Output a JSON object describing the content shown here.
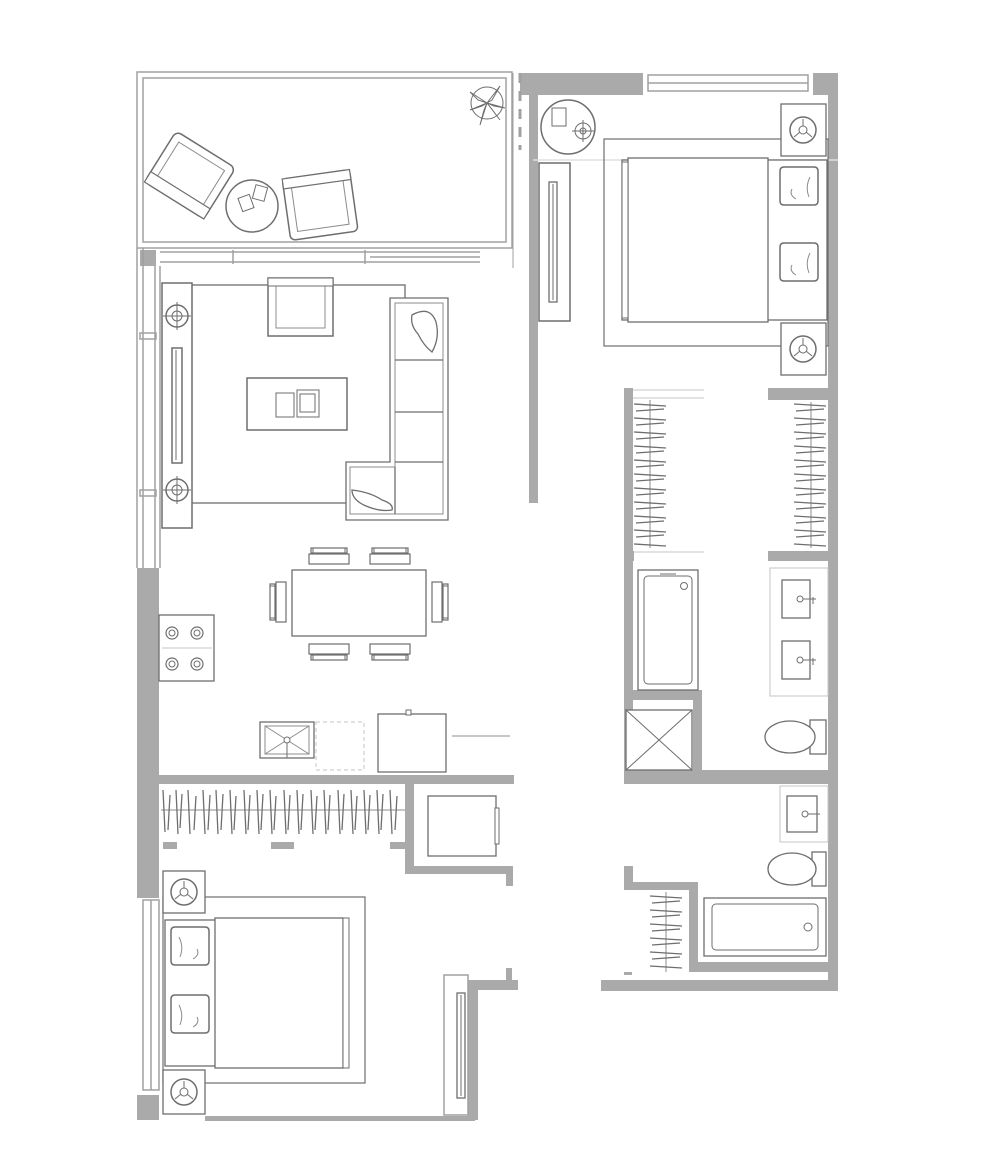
{
  "drawing": {
    "kind": "floor-plan",
    "colors": {
      "background": "#ffffff",
      "wall": "#aaaaaa",
      "line": "#8c8c8c",
      "light_line": "#c4c4c4",
      "dark_line": "#6e6e6e"
    },
    "rooms": [
      {
        "id": "balcony"
      },
      {
        "id": "living-room"
      },
      {
        "id": "dining-area"
      },
      {
        "id": "kitchen"
      },
      {
        "id": "secondary-bedroom"
      },
      {
        "id": "master-bedroom"
      },
      {
        "id": "walk-in-closet"
      },
      {
        "id": "master-bathroom"
      },
      {
        "id": "second-bathroom"
      }
    ],
    "furniture": [
      "lounge-chair",
      "lounge-chair",
      "side-table",
      "potted-plant",
      "tv-console",
      "armchair",
      "coffee-table",
      "l-sofa",
      "dining-table",
      "dining-chair",
      "dining-chair",
      "dining-chair",
      "dining-chair",
      "dining-chair",
      "dining-chair",
      "cooktop",
      "kitchen-sink",
      "dishwasher",
      "refrigerator",
      "wardrobe",
      "washer",
      "double-bed",
      "nightstand",
      "nightstand",
      "tv-console",
      "king-bed",
      "nightstand",
      "nightstand",
      "desk-side-table",
      "tv-console",
      "wardrobe",
      "wardrobe",
      "bathtub",
      "double-vanity",
      "shower",
      "toilet",
      "vanity-sink",
      "toilet",
      "bathtub",
      "wardrobe"
    ]
  }
}
